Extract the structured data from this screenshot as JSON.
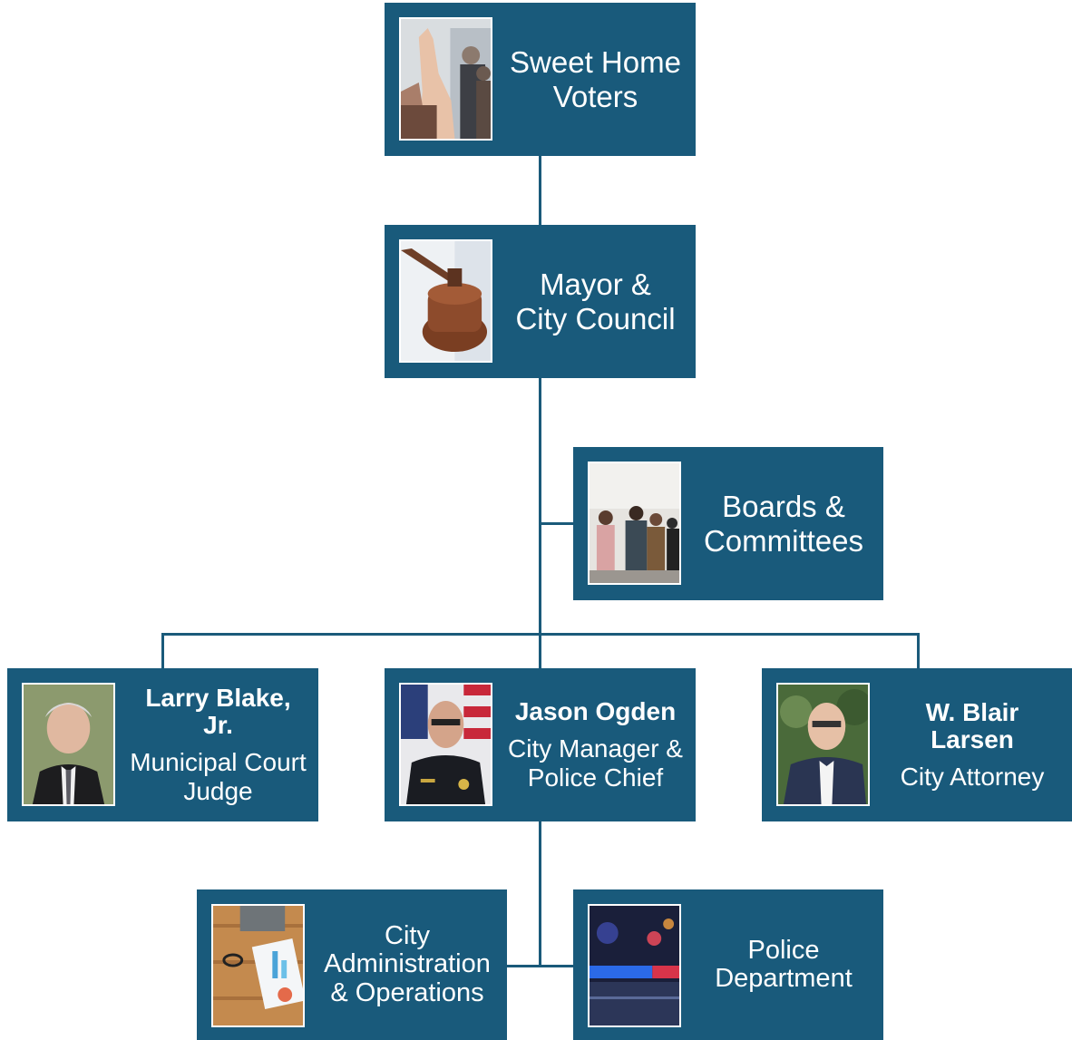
{
  "colors": {
    "box": "#195a7b",
    "line": "#1a5a7a",
    "text": "#ffffff"
  },
  "nodes": {
    "voters": {
      "label": "Sweet Home\nVoters",
      "icon": "raised-hand-crowd-photo"
    },
    "council": {
      "label": "Mayor  &\nCity Council",
      "icon": "gavel-photo"
    },
    "boards": {
      "label": "Boards &\nCommittees",
      "icon": "meeting-group-photo"
    },
    "judge": {
      "name": "Larry Blake,\nJr.",
      "role": "Municipal Court\nJudge",
      "icon": "judge-portrait"
    },
    "manager": {
      "name": "Jason Ogden",
      "role": "City Manager &\nPolice Chief",
      "icon": "police-chief-portrait"
    },
    "attorney": {
      "name": "W. Blair\nLarsen",
      "role": "City Attorney",
      "icon": "attorney-portrait"
    },
    "admin": {
      "label": "City\nAdministration\n& Operations",
      "icon": "office-desk-photo"
    },
    "police": {
      "label": "Police\nDepartment",
      "icon": "police-lights-photo"
    }
  }
}
